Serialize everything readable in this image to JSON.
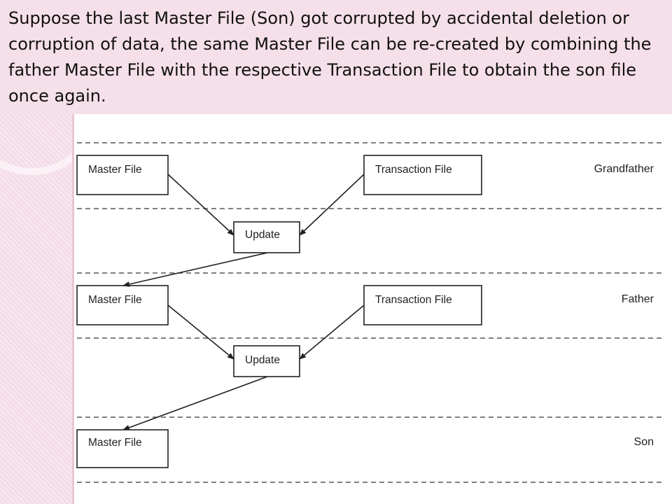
{
  "caption": "Suppose the last Master File (Son) got corrupted by accidental deletion or corruption of data, the same Master File can be re-created by combining the father Master File with the respective Transaction File to obtain the son file once again.",
  "diagram": {
    "levels": {
      "grandfather": "Grandfather",
      "father": "Father",
      "son": "Son"
    },
    "grandfather_master": "Master File",
    "grandfather_transaction": "Transaction File",
    "update_1": "Update",
    "father_master": "Master File",
    "father_transaction": "Transaction File",
    "update_2": "Update",
    "son_master": "Master File"
  },
  "colors": {
    "panel": "#f4dbe7",
    "caption_band": "#f5dfe9",
    "line": "#222222",
    "dash": "#555555"
  }
}
